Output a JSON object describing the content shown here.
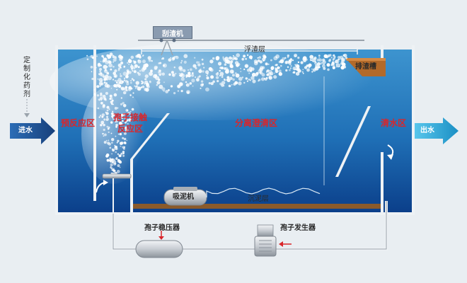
{
  "labels": {
    "chemical": "定制化药剂",
    "inlet": "进水",
    "outlet": "出水",
    "pre_reaction": "预反应区",
    "spore_contact_1": "孢子接触",
    "spore_contact_2": "反应区",
    "separation": "分离澄清区",
    "clear_water": "清水区",
    "scum_layer": "浮渣层",
    "skimmer": "刮渣机",
    "scum_trough": "排渣槽",
    "suction_machine": "吸泥机",
    "sludge_layer": "沉泥层",
    "spore_pressure_vessel": "孢子稳压器",
    "spore_generator": "孢子发生器"
  },
  "colors": {
    "water_top": "#2f86c6",
    "water_bottom": "#0b3f8a",
    "arrow_blue": "#1e5fa8",
    "outlet_arrow": "#25a9d6",
    "label_red": "#d9262b",
    "sludge": "#8a5a2b",
    "scum_trough": "#b36a2a"
  }
}
